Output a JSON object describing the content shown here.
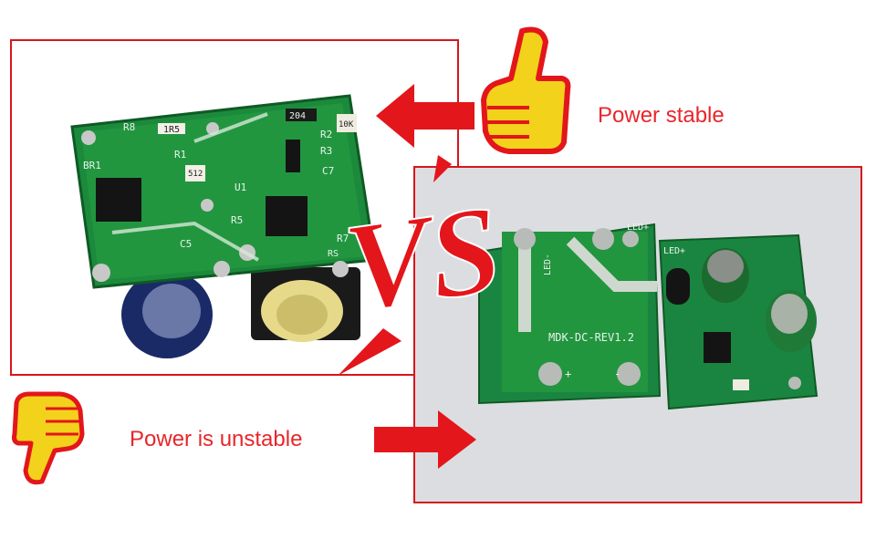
{
  "captions": {
    "good": "Power stable",
    "bad": "Power is unstable",
    "versus": "VS"
  },
  "icons": {
    "good": "thumbs-up-icon",
    "bad": "thumbs-down-icon",
    "arrow_good": "arrow-left-icon",
    "arrow_bad": "arrow-right-icon"
  },
  "pcb_large": {
    "silkscreen": [
      "R8",
      "1R5",
      "204",
      "10K",
      "R2",
      "R1",
      "R3",
      "BR1",
      "512",
      "U1",
      "C5",
      "R5",
      "C7",
      "RS",
      "R7"
    ]
  },
  "pcb_small": {
    "silkscreen": [
      "LED+",
      "LED-",
      "LED+",
      "MDK-DC-REV1.2",
      "+",
      "-"
    ]
  },
  "colors": {
    "frame": "#d6161c",
    "caption": "#e8262b",
    "thumb": "#f2d21a",
    "pcb": "#1c8a3c"
  }
}
